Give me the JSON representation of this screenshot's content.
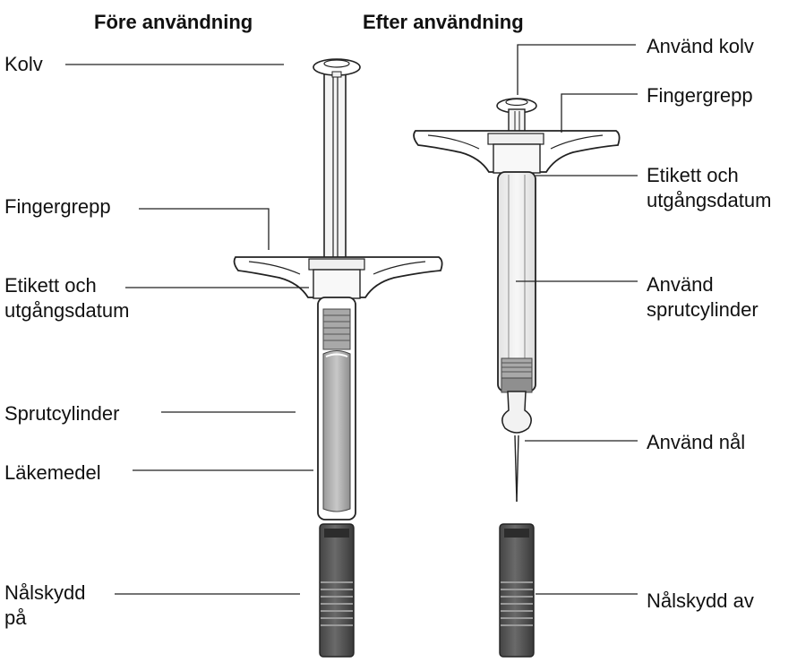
{
  "headings": {
    "before": "Före användning",
    "after": "Efter användning"
  },
  "before_labels": {
    "plunger": "Kolv",
    "finger_grip": "Fingergrepp",
    "label_line1": "Etikett och",
    "label_line2": "utgångsdatum",
    "barrel": "Sprutcylinder",
    "medicine": "Läkemedel",
    "cap_line1": "Nålskydd",
    "cap_line2": "på"
  },
  "after_labels": {
    "plunger": "Använd kolv",
    "finger_grip": "Fingergrepp",
    "label_line1": "Etikett och",
    "label_line2": "utgångsdatum",
    "barrel_line1": "Använd",
    "barrel_line2": "sprutcylinder",
    "needle": "Använd nål",
    "cap": "Nålskydd av"
  }
}
